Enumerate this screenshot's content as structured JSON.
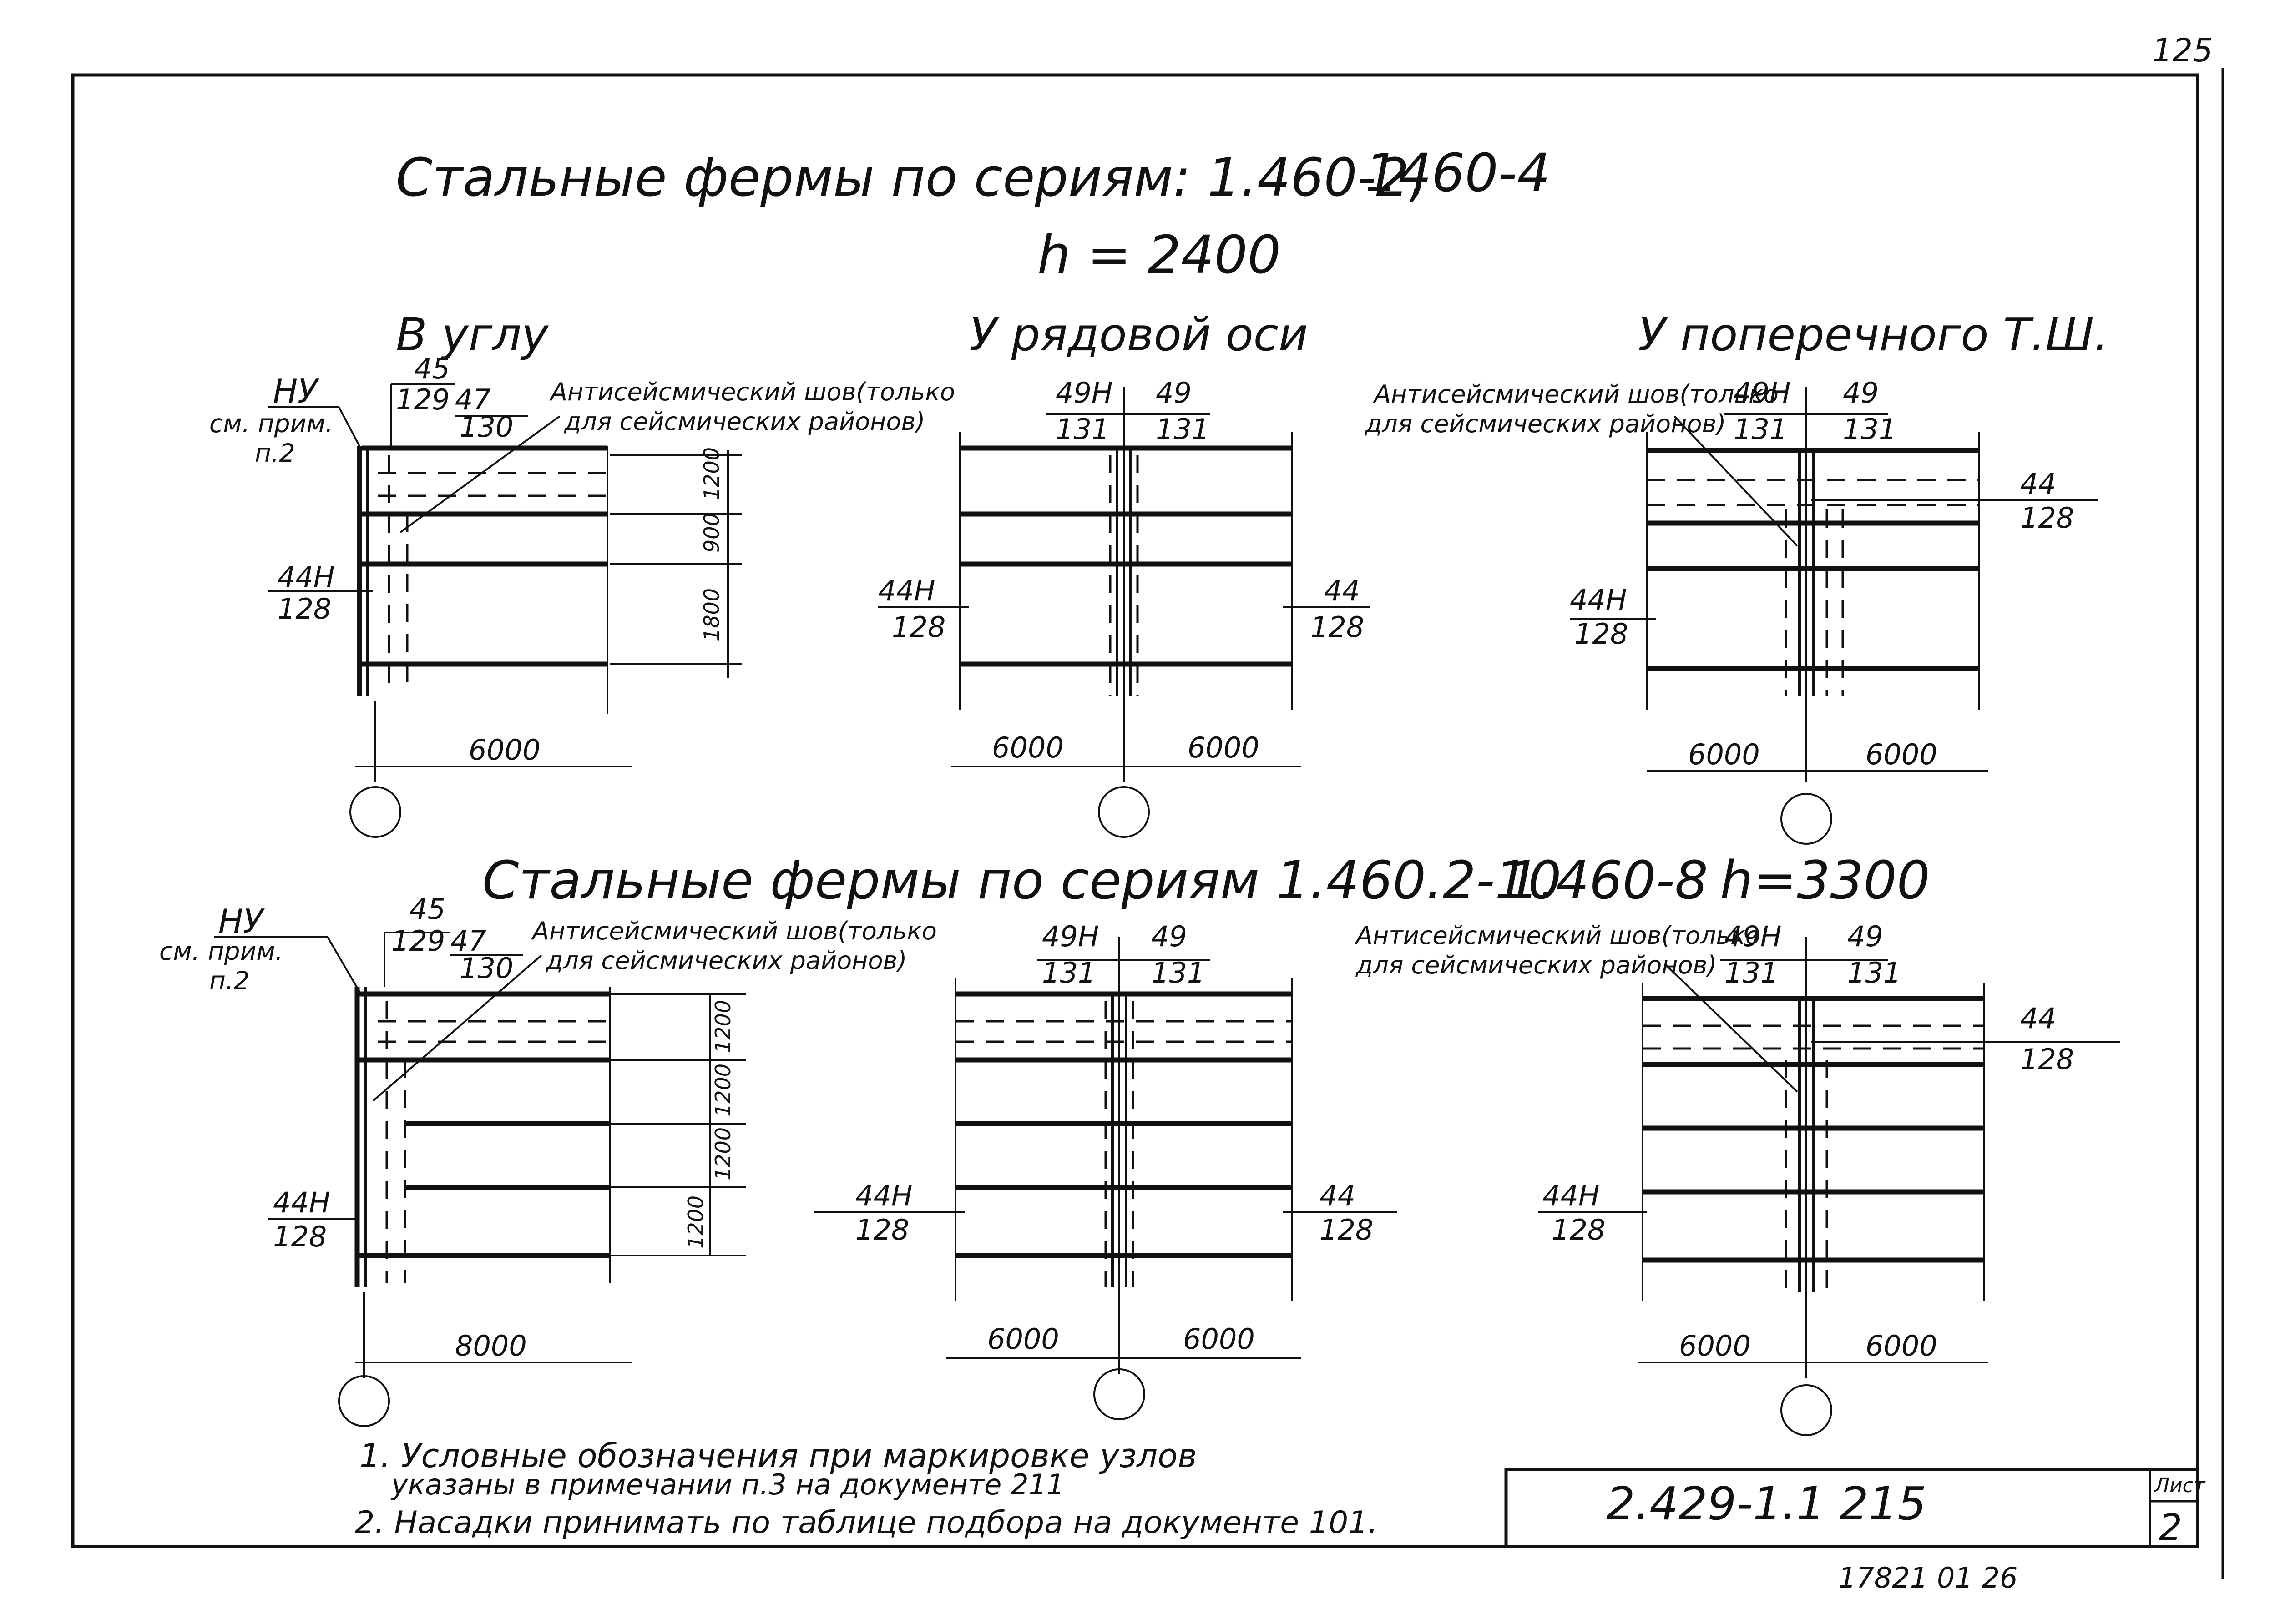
{
  "page_number": "125",
  "header_top": {
    "title": "Стальные фермы по сериям: 1.460-2,",
    "series2": "1460-4",
    "height": "h = 2400"
  },
  "header_bottom": {
    "title": "Стальные фермы по сериям 1.460.2-10",
    "series2": "1.460-8",
    "height": "h=3300"
  },
  "section_titles": {
    "corner": "В углу",
    "row_axis": "У рядовой оси",
    "transverse": "У поперечного Т.Ш."
  },
  "labels": {
    "nu": "НУ",
    "nu_note_a": "см. прим.",
    "nu_note_b": "п.2",
    "seismic_a": "Антисейсмический шов(только",
    "seismic_b": "для сейсмических районов)",
    "m45": "45",
    "m129": "129",
    "m47": "47",
    "m130": "130",
    "m49h": "49Н",
    "m49": "49",
    "m131": "131",
    "m44h": "44Н",
    "m44": "44",
    "m128": "128",
    "d1200": "1200",
    "d900": "900",
    "d1800": "1800",
    "s6000": "6000",
    "s8000": "8000"
  },
  "notes": {
    "n1a": "1. Условные обозначения при маркировке узлов",
    "n1b": "указаны в примечании п.3 на документе 211",
    "n2": "2. Насадки принимать по таблице подбора на документе 101."
  },
  "title_block": {
    "doc_code": "2.429-1.1 215",
    "sheet_label": "Лист",
    "sheet_no": "2"
  },
  "footer_stamp": "17821 01   26"
}
